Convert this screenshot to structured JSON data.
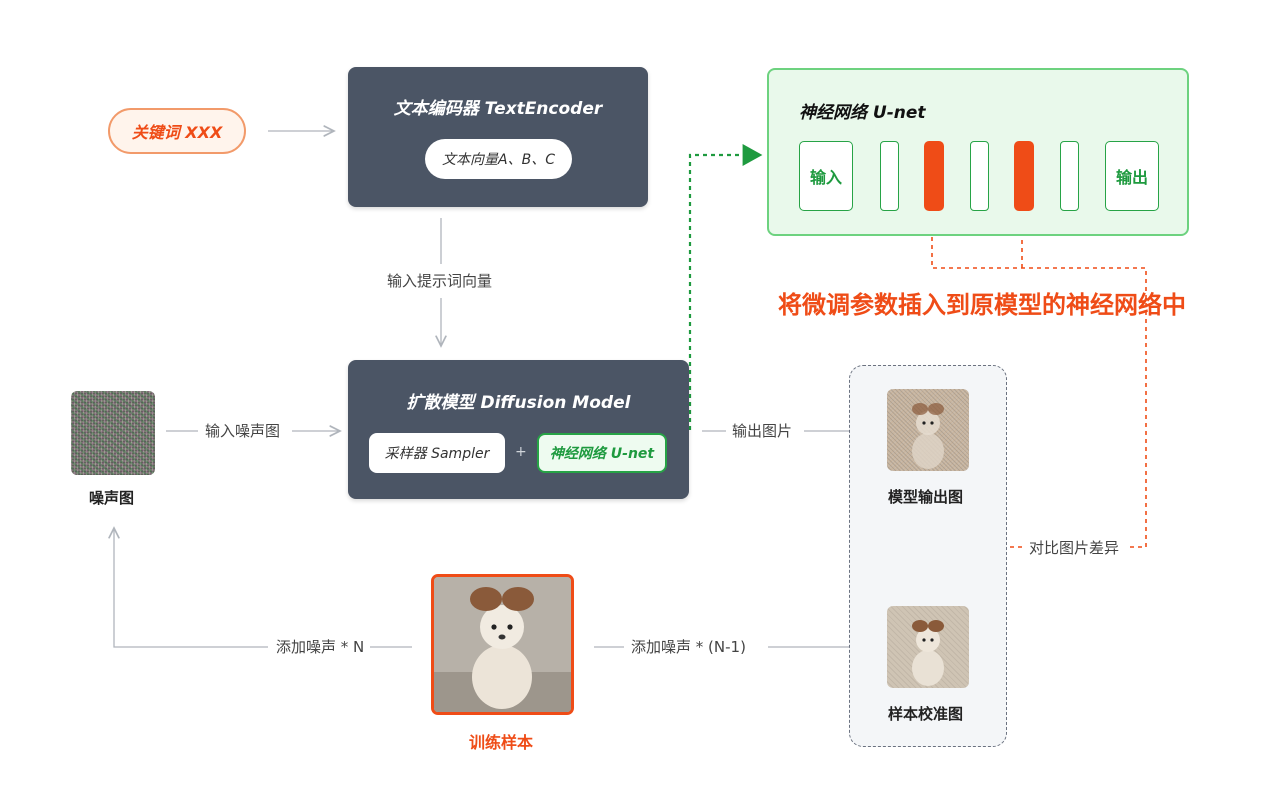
{
  "keyword": "关键词 XXX",
  "text_encoder": {
    "title": "文本编码器 TextEncoder",
    "vector": "文本向量A、B、C"
  },
  "edge_prompt_vector": "输入提示词向量",
  "diffusion": {
    "title": "扩散模型 Diffusion Model",
    "sampler": "采样器 Sampler",
    "plus": "+",
    "unet": "神经网络 U-net"
  },
  "noise": {
    "caption": "噪声图",
    "edge_label": "输入噪声图"
  },
  "output_edge": "输出图片",
  "unet_panel": {
    "title": "神经网络 U-net",
    "input": "输入",
    "output": "输出"
  },
  "insert_note": "将微调参数插入到原模型的神经网络中",
  "model_output_caption": "模型输出图",
  "sample_caption": "样本校准图",
  "compare_label": "对比图片差异",
  "training_caption": "训练样本",
  "add_noise_n": "添加噪声 * N",
  "add_noise_n1": "添加噪声 * (N-1)",
  "colors": {
    "dark_box": "#4b5565",
    "accent_orange": "#ef4c17",
    "accent_green": "#27a346",
    "green_bg": "#e9f9eb"
  }
}
